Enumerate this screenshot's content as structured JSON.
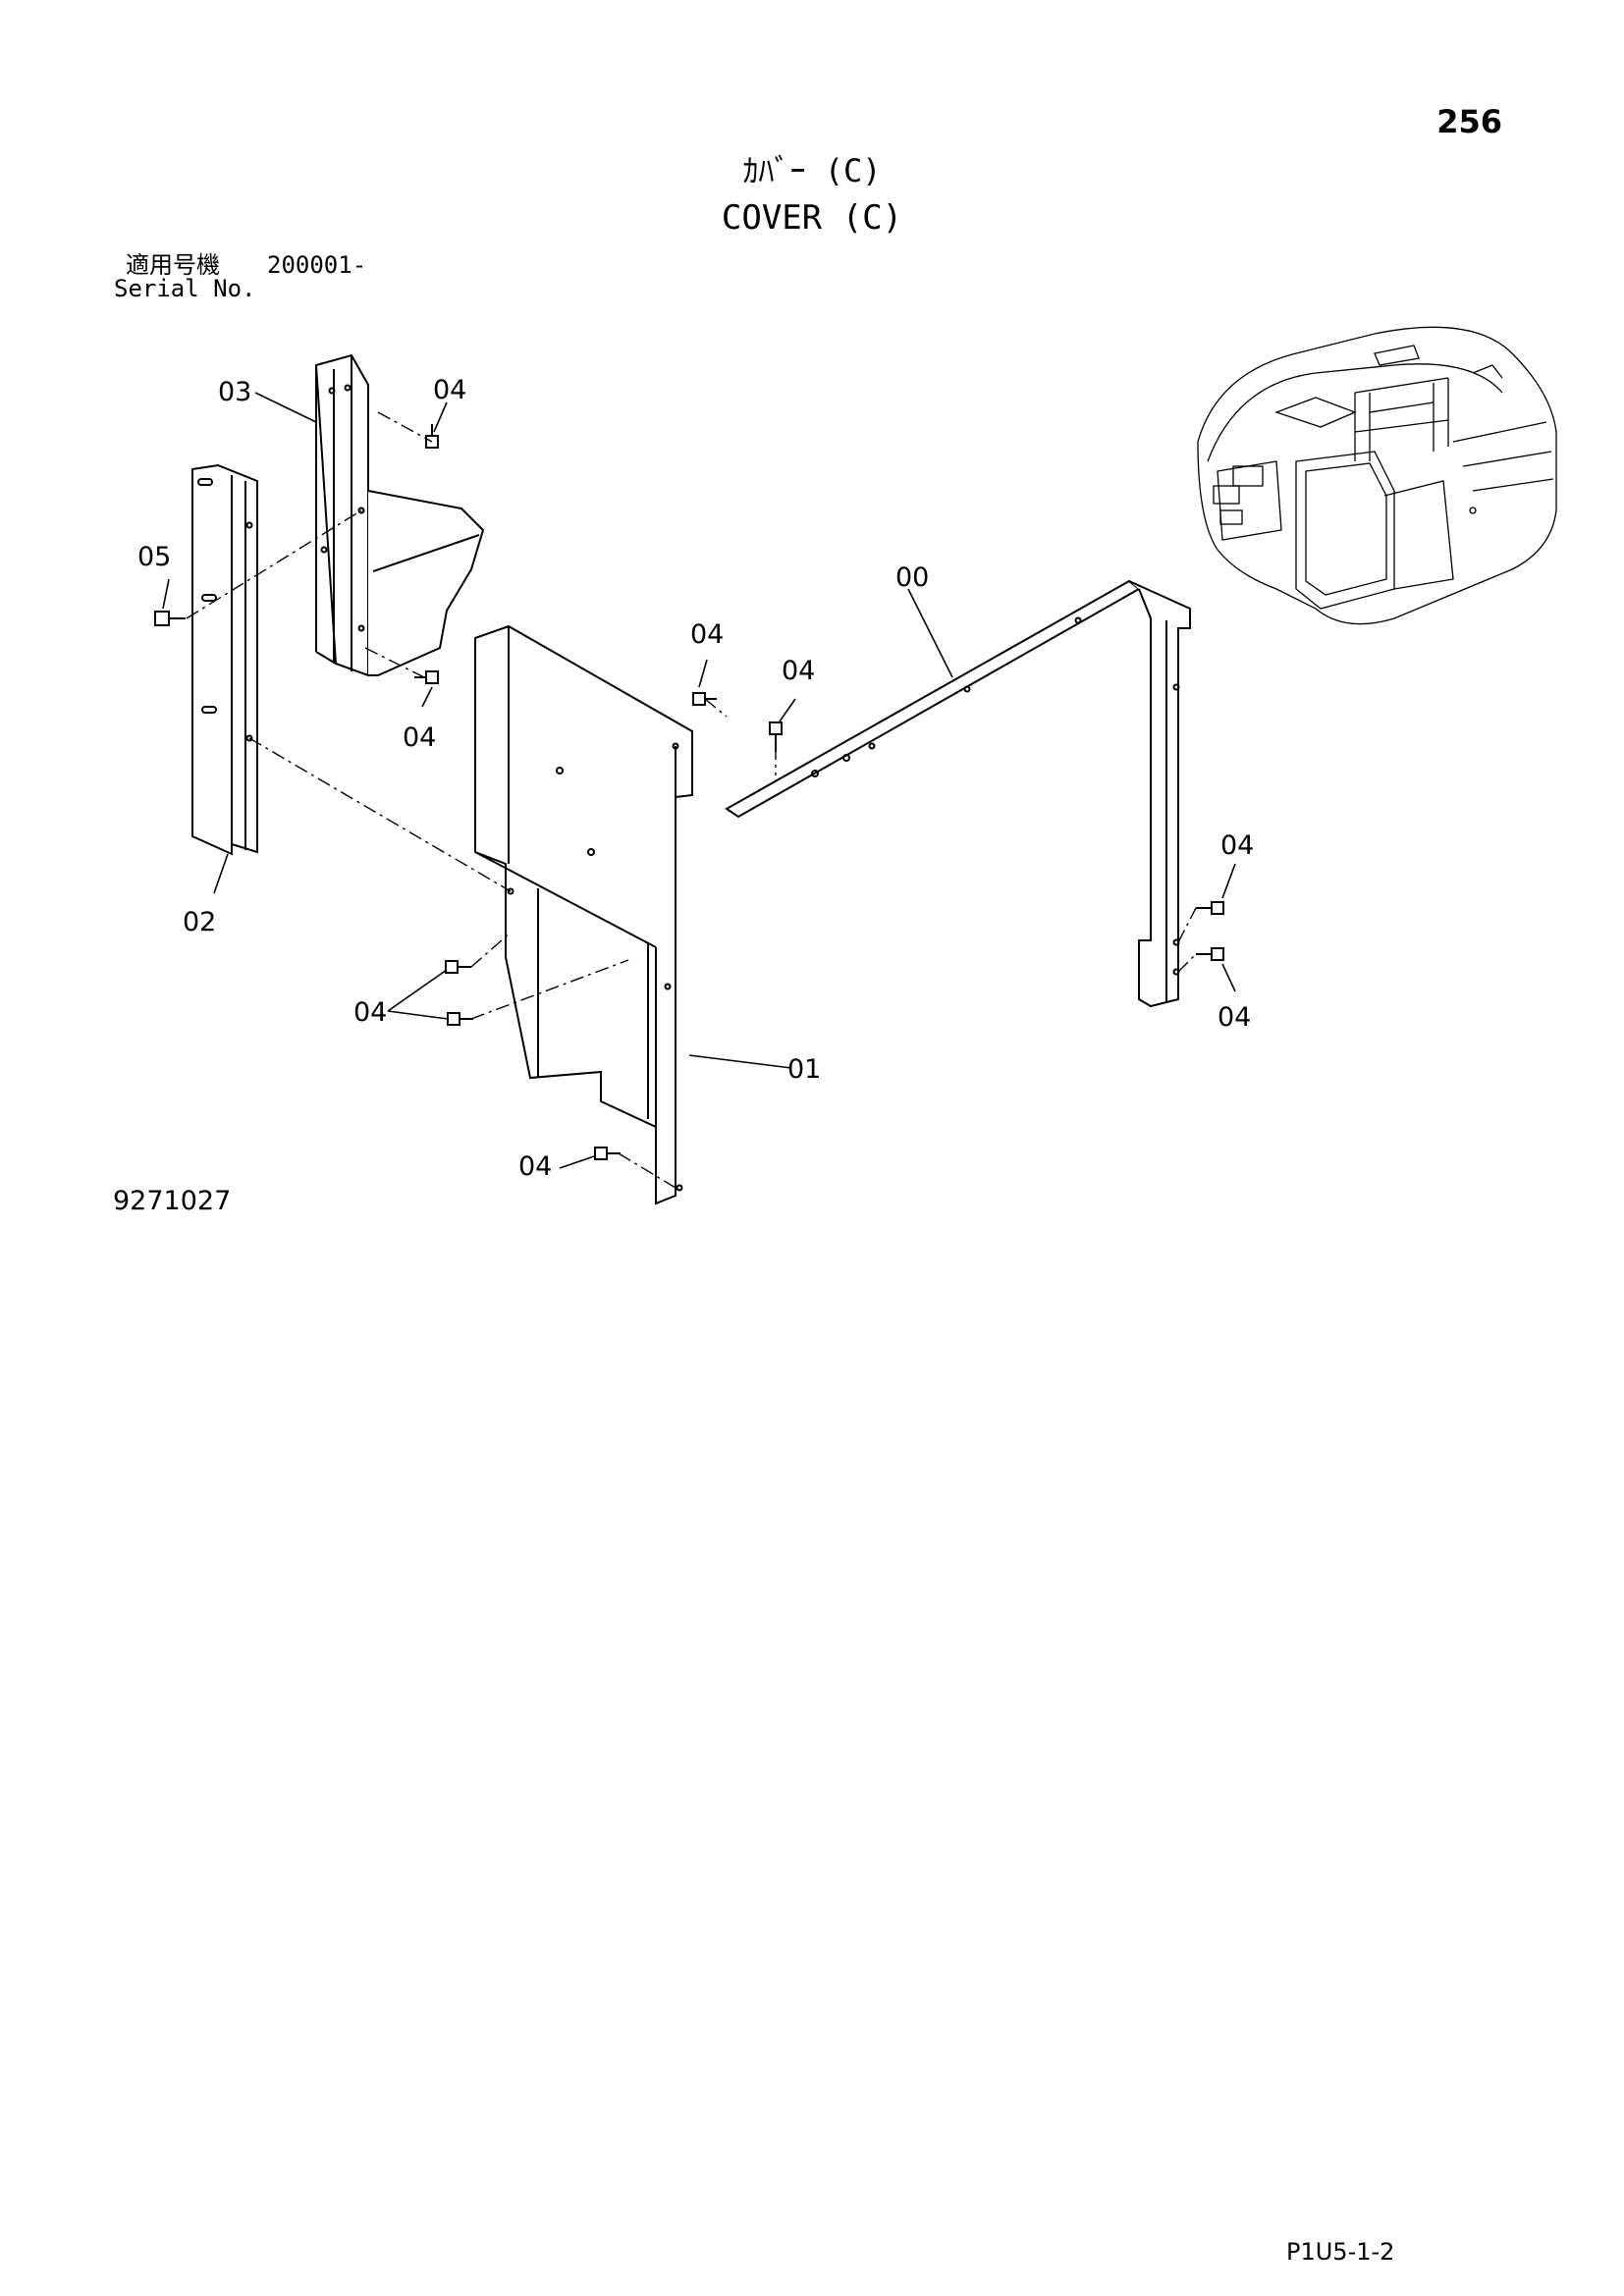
{
  "header": {
    "page_number": "256",
    "title_jp": "ｶﾊﾞｰ (C)",
    "title_en": "COVER (C)",
    "serial_label_jp": "適用号機",
    "serial_value": "200001-",
    "serial_label_en": "Serial No."
  },
  "callouts": {
    "c00": "00",
    "c01": "01",
    "c02": "02",
    "c03": "03",
    "c04a": "04",
    "c04b": "04",
    "c04c": "04",
    "c04d": "04",
    "c04e": "04",
    "c04f": "04",
    "c04g": "04",
    "c04h": "04",
    "c05": "05"
  },
  "footer": {
    "drawing_number": "9271027",
    "sheet_code": "P1U5-1-2"
  }
}
